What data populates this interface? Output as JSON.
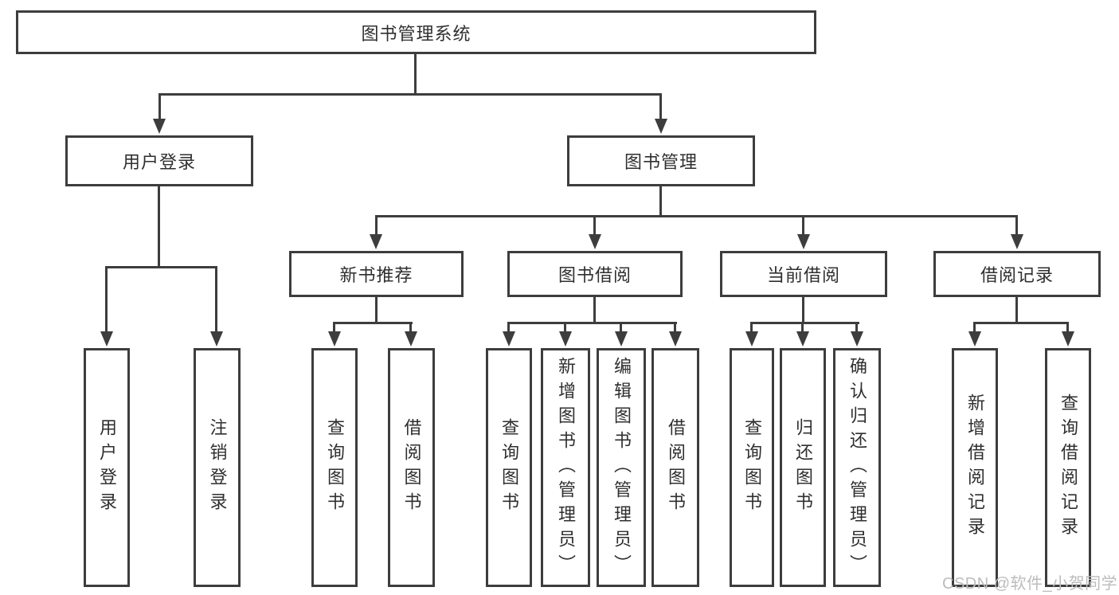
{
  "tree": {
    "root": {
      "label": "图书管理系统"
    },
    "level2": [
      {
        "label": "用户登录"
      },
      {
        "label": "图书管理"
      }
    ],
    "level3": [
      {
        "label": "新书推荐",
        "parent": "图书管理"
      },
      {
        "label": "图书借阅",
        "parent": "图书管理"
      },
      {
        "label": "当前借阅",
        "parent": "图书管理"
      },
      {
        "label": "借阅记录",
        "parent": "图书管理"
      }
    ],
    "leaves": [
      {
        "label": "用户登录",
        "parent": "用户登录"
      },
      {
        "label": "注销登录",
        "parent": "用户登录"
      },
      {
        "label": "查询图书",
        "parent": "新书推荐"
      },
      {
        "label": "借阅图书",
        "parent": "新书推荐"
      },
      {
        "label": "查询图书",
        "parent": "图书借阅"
      },
      {
        "label": "新增图书（管理员）",
        "parent": "图书借阅"
      },
      {
        "label": "编辑图书（管理员）",
        "parent": "图书借阅"
      },
      {
        "label": "借阅图书",
        "parent": "图书借阅"
      },
      {
        "label": "查询图书",
        "parent": "当前借阅"
      },
      {
        "label": "归还图书",
        "parent": "当前借阅"
      },
      {
        "label": "确认归还（管理员）",
        "parent": "当前借阅"
      },
      {
        "label": "新增借阅记录",
        "parent": "借阅记录"
      },
      {
        "label": "查询借阅记录",
        "parent": "借阅记录"
      }
    ]
  },
  "watermark": {
    "text": "CSDN @软件_小贺同学"
  },
  "colors": {
    "line": "#3d3d3d",
    "text": "#2f2f2f",
    "watermark": "#bcbcbc",
    "background": "#ffffff"
  }
}
